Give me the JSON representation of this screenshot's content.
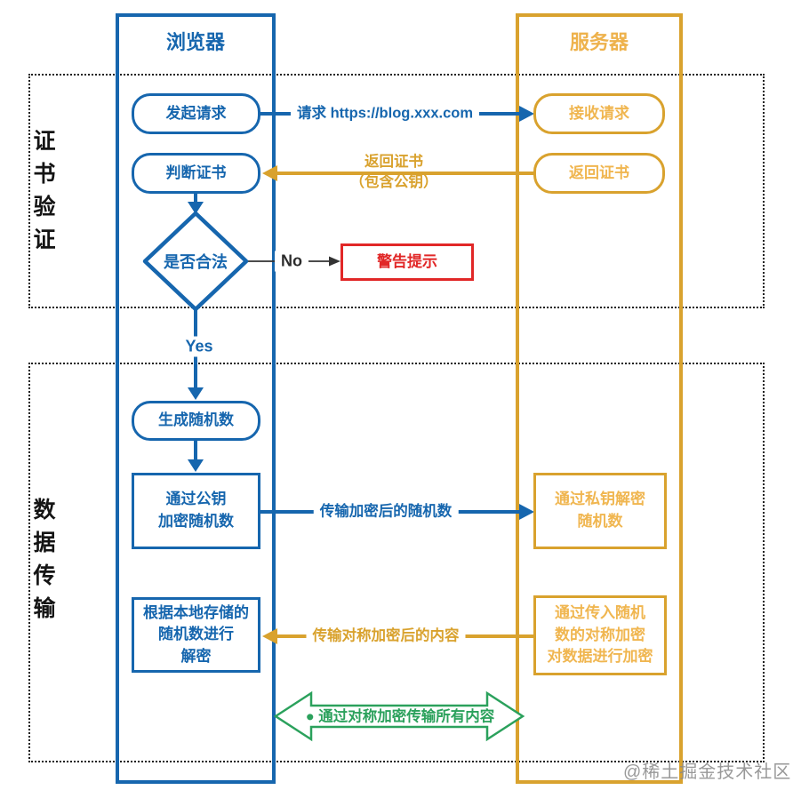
{
  "sections": {
    "cert": "证书验证",
    "data": "数据传输"
  },
  "columns": {
    "browser": "浏览器",
    "server": "服务器"
  },
  "browser_nodes": {
    "initiate": "发起请求",
    "judge": "判断证书",
    "valid": "是否合法",
    "generate": "生成随机数",
    "encrypt_pub": "通过公钥\n加密随机数",
    "decrypt_local": "根据本地存储的\n随机数进行\n解密"
  },
  "server_nodes": {
    "receive": "接收请求",
    "return_cert": "返回证书",
    "decrypt_priv": "通过私钥解密\n随机数",
    "sym_encrypt": "通过传入随机\n数的对称加密\n对数据进行加密"
  },
  "other_nodes": {
    "warning": "警告提示"
  },
  "edges": {
    "request": "请求 https://blog.xxx.com",
    "return_cert": "返回证书\n（包含公钥）",
    "no": "No",
    "yes": "Yes",
    "transmit_encrypted_random": "传输加密后的随机数",
    "transmit_symmetric_content": "传输对称加密后的内容",
    "symmetric_all_content": "● 通过对称加密传输所有内容"
  },
  "colors": {
    "browser_blue": "#1666ae",
    "server_orange": "#d9a22e",
    "server_text_orange": "#f0b650",
    "warning_red": "#e12727",
    "symmetric_green": "#2ba15c",
    "section_border": "#1f1f1f"
  },
  "watermark": "@稀土掘金技术社区"
}
